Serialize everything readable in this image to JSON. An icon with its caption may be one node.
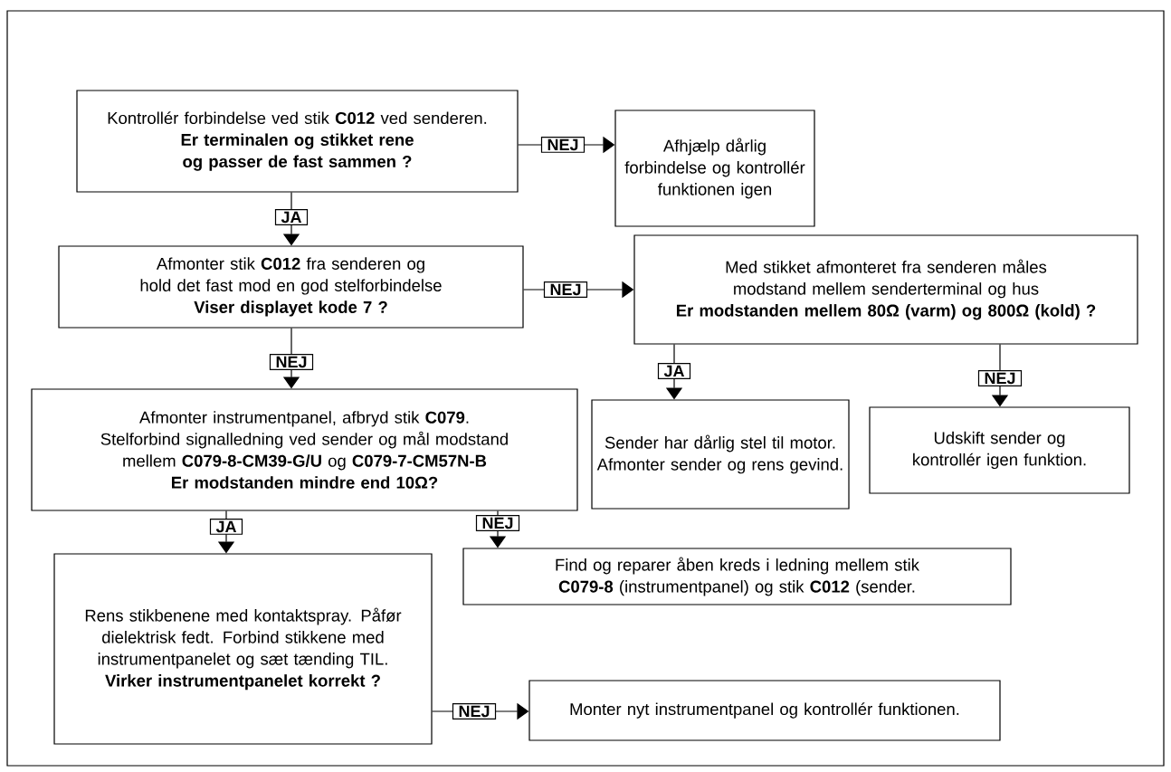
{
  "diagram": {
    "nodes": [
      {
        "text": [
          "Kontrollér forbindelse ved stik **C012** ved senderen.",
          "Er terminalen og stikket rene og passer de fast sammen ?"
        ]
      },
      {
        "text": [
          "Afhjælp dårlig forbindelse og kontrollér funktionen igen"
        ]
      },
      {
        "text": [
          "Afmonter stik **C012** fra senderen og hold det fast mod en god stelforbindelse",
          "Viser displayet kode 7 ?"
        ]
      },
      {
        "text": [
          "Med stikket afmonteret fra senderen måles modstand mellem senderterminal og hus",
          "Er modstanden mellem 80Ω (varm) og 800Ω (kold) ?"
        ]
      },
      {
        "text": [
          "Afmonter instrumentpanel, afbryd stik **C079**. Stelforbind signalledning ved sender og mål modstand mellem **C079-8-CM39-G/U** og **C079-7-CM57N-B**",
          "Er modstanden mindre end 10Ω?"
        ]
      },
      {
        "text": [
          "Sender har dårlig stel til motor. Afmonter sender og rens gevind."
        ]
      },
      {
        "text": [
          "Udskift sender og kontrollér igen funktion."
        ]
      },
      {
        "text": [
          "Rens stikbenene med kontaktspray. Påfør dielektrisk fedt. Forbind stikkene med instrumentpanelet og sæt tænding TIL.",
          "Virker instrumentpanelet korrekt ?"
        ]
      },
      {
        "text": [
          "Find og reparer åben kreds i ledning mellem stik **C079-8** (instrumentpanel) og stik **C012** (sender."
        ]
      },
      {
        "text": [
          "Monter nyt instrumentpanel og kontrollér funktionen."
        ]
      }
    ],
    "edges": [
      {
        "from": 0,
        "to": 1,
        "arrow": "to",
        "label": "NEJ"
      },
      {
        "from": 0,
        "to": 2,
        "arrow": "to",
        "label": "JA"
      },
      {
        "from": 2,
        "to": 3,
        "arrow": "to",
        "label": "NEJ"
      },
      {
        "from": 2,
        "to": 4,
        "arrow": "to",
        "label": "NEJ"
      },
      {
        "from": 3,
        "to": 5,
        "arrow": "to",
        "label": "JA"
      },
      {
        "from": 3,
        "to": 6,
        "arrow": "to",
        "label": "NEJ"
      },
      {
        "from": 4,
        "to": 7,
        "arrow": "to",
        "label": "JA"
      },
      {
        "from": 4,
        "to": 8,
        "arrow": "to",
        "label": "NEJ"
      },
      {
        "from": 7,
        "to": 9,
        "arrow": "to",
        "label": "NEJ"
      }
    ]
  }
}
